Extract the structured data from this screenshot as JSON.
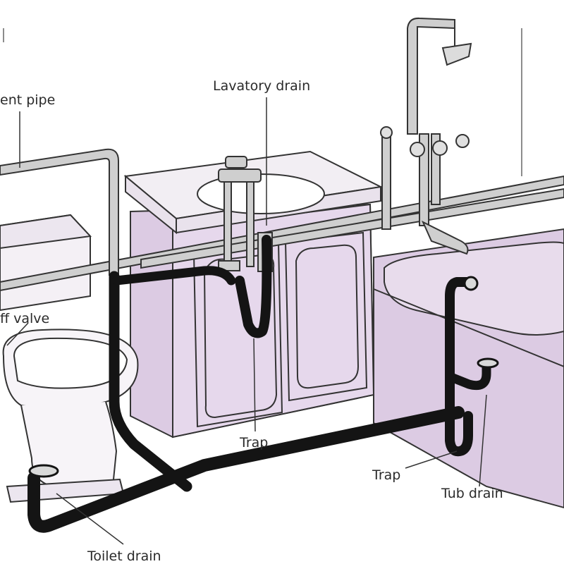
{
  "labels": {
    "vent_pipe": "ent pipe",
    "lavatory_drain": "Lavatory drain",
    "shutoff_valve": "ff valve",
    "trap_sink": "Trap",
    "trap_tub": "Trap",
    "tub_drain": "Tub drain",
    "toilet_drain": "Toilet drain"
  },
  "colors": {
    "fixture_fill": "#dccbe3",
    "drain_pipe": "#141414",
    "supply_pipe": "#c9c9c9",
    "outline": "#333333"
  }
}
